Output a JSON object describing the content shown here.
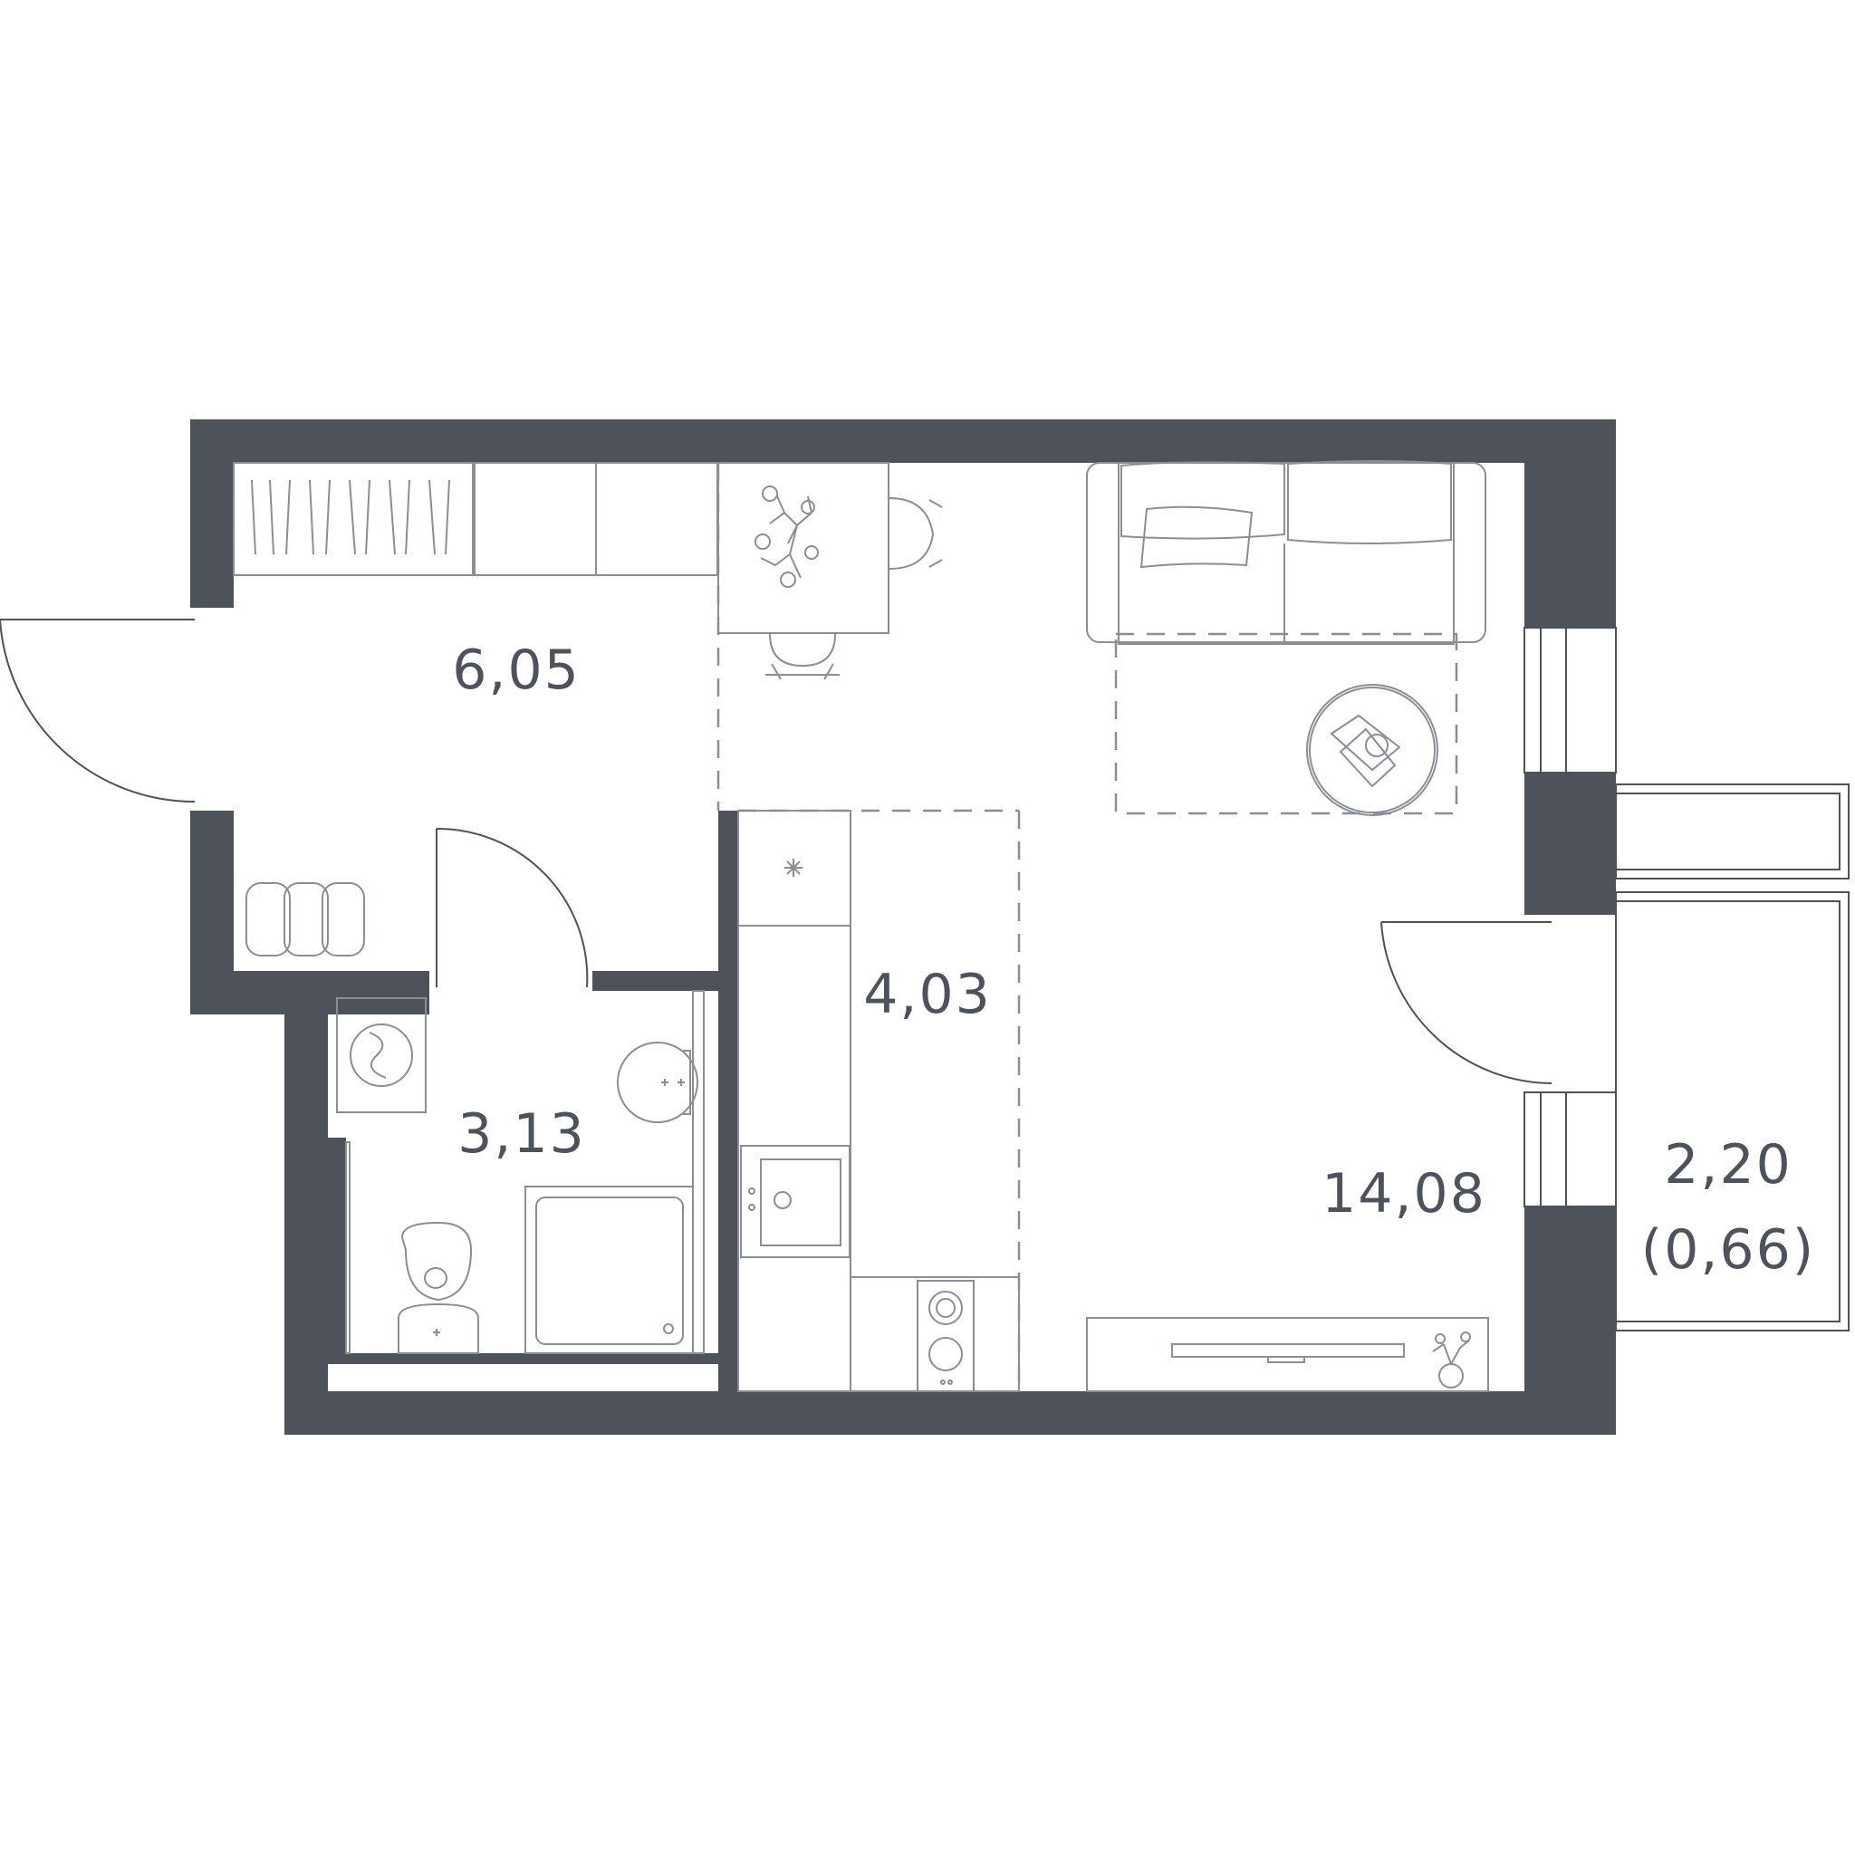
{
  "plan": {
    "wall_color": "#4d525b",
    "rooms": [
      {
        "id": "hall",
        "area": "6,05"
      },
      {
        "id": "bathroom",
        "area": "3,13"
      },
      {
        "id": "kitchen",
        "area": "4,03"
      },
      {
        "id": "living-room",
        "area": "14,08"
      },
      {
        "id": "loggia",
        "area": "2,20",
        "reduced_area": "(0,66)"
      }
    ]
  }
}
